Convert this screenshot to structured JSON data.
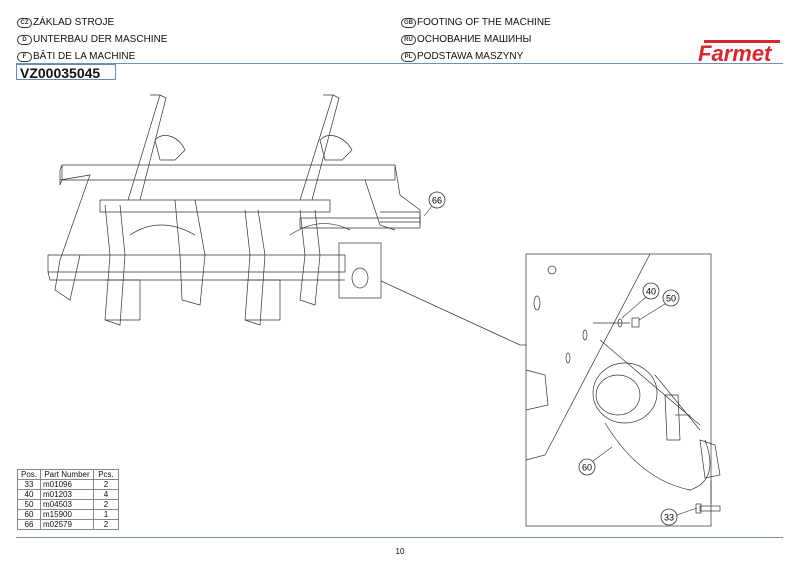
{
  "header": {
    "titles_left": [
      {
        "lang": "CZ",
        "text": "ZÁKLAD STROJE"
      },
      {
        "lang": "D",
        "text": "UNTERBAU DER MASCHINE"
      },
      {
        "lang": "F",
        "text": "BÂTI DE LA MACHINE"
      }
    ],
    "titles_right": [
      {
        "lang": "GB",
        "text": "FOOTING OF THE MACHINE"
      },
      {
        "lang": "RU",
        "text": "ОСНОВАНИЕ МАШИНЫ"
      },
      {
        "lang": "PL",
        "text": "PODSTAWA MASZYNY"
      }
    ],
    "drawing_code": "VZ00035045",
    "logo_text": "Farmet",
    "logo_color": "#d7282f"
  },
  "callouts": {
    "main": [
      "66"
    ],
    "detail": [
      "40",
      "50",
      "60",
      "33"
    ]
  },
  "parts_table": {
    "columns": [
      "Pos.",
      "Part Number",
      "Pcs."
    ],
    "rows": [
      [
        "33",
        "m01096",
        "2"
      ],
      [
        "40",
        "m01203",
        "4"
      ],
      [
        "50",
        "m04503",
        "2"
      ],
      [
        "60",
        "m15900",
        "1"
      ],
      [
        "66",
        "m02579",
        "2"
      ]
    ]
  },
  "footer": {
    "page_number": "10"
  },
  "colors": {
    "rule": "#6f93b8",
    "line_art": "#333333"
  }
}
